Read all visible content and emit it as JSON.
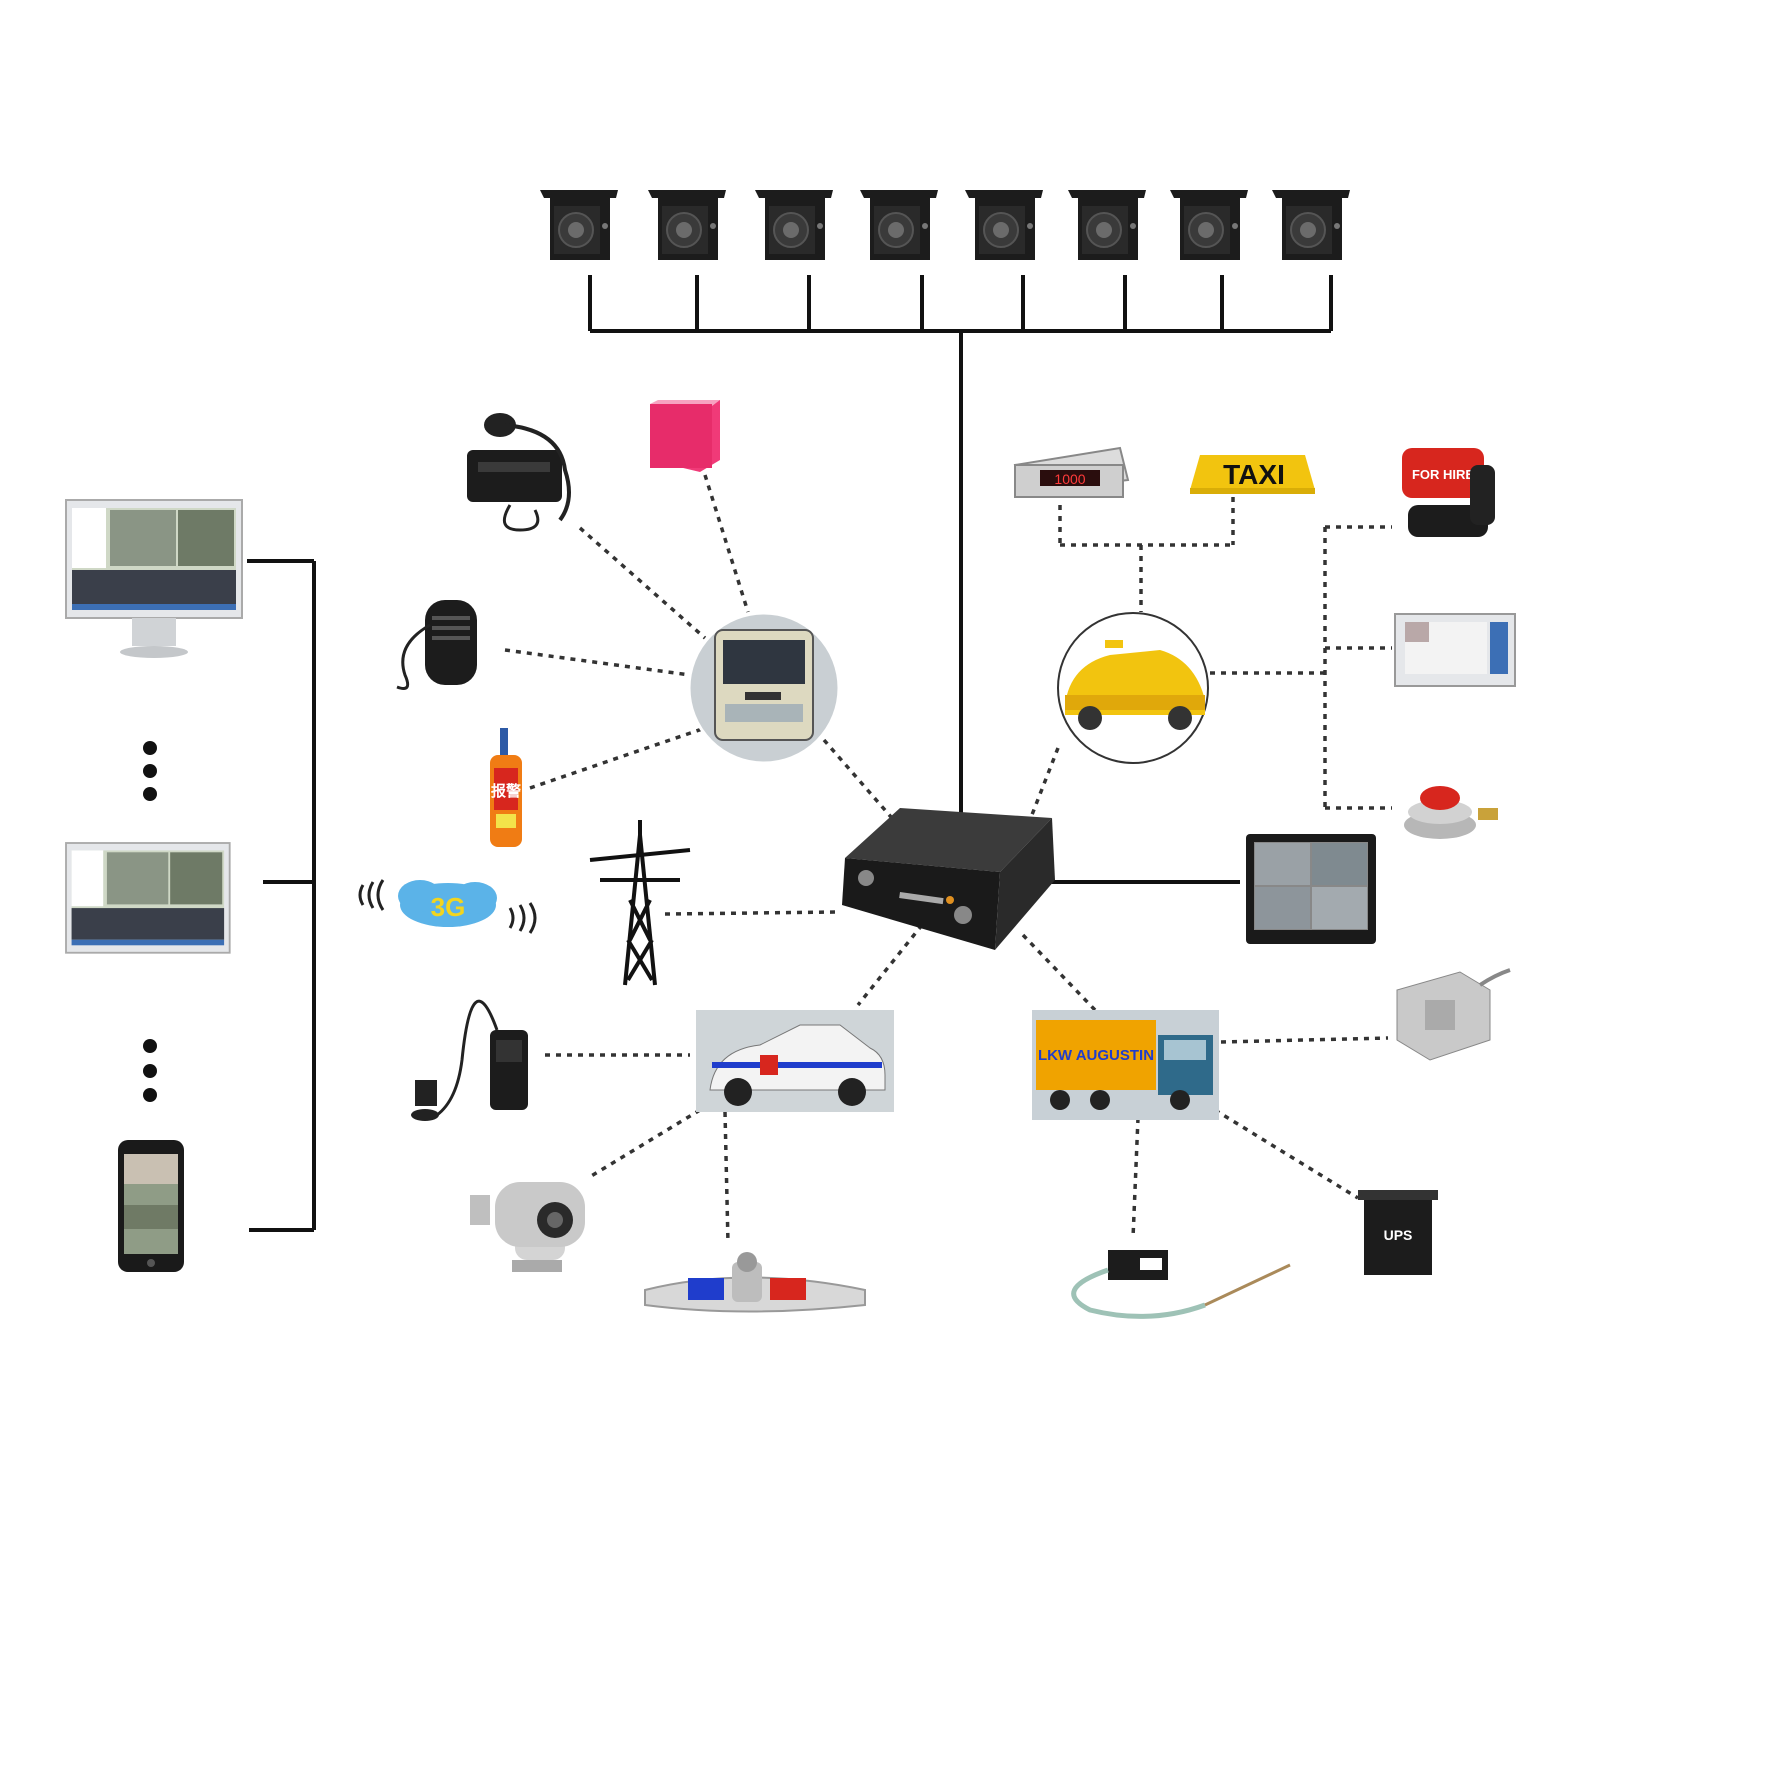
{
  "colors": {
    "device_black": "#1e1e1e",
    "taxi_yellow": "#f2c40f",
    "alarm_red": "#d7261e",
    "pink_box": "#f03a78",
    "sky_blue": "#5bb3e8",
    "screen_blue": "#3c6fb5",
    "line": "#111111"
  },
  "labels": {
    "taxi_sign": "TAXI",
    "for_hire": "FOR HIRE",
    "cellular": "3G",
    "alarm_button": "报警",
    "ups": "UPS",
    "truck_brand": "LKW AUGUSTIN",
    "meter_display": "1000"
  },
  "icons": {
    "cameras": [
      "camera-icon",
      "camera-icon",
      "camera-icon",
      "camera-icon",
      "camera-icon",
      "camera-icon",
      "camera-icon",
      "camera-icon"
    ],
    "center": "mdvr-icon",
    "clients": [
      "monitor-icon",
      "ellipsis-icon",
      "monitor-icon",
      "ellipsis-icon",
      "phone-icon"
    ]
  }
}
